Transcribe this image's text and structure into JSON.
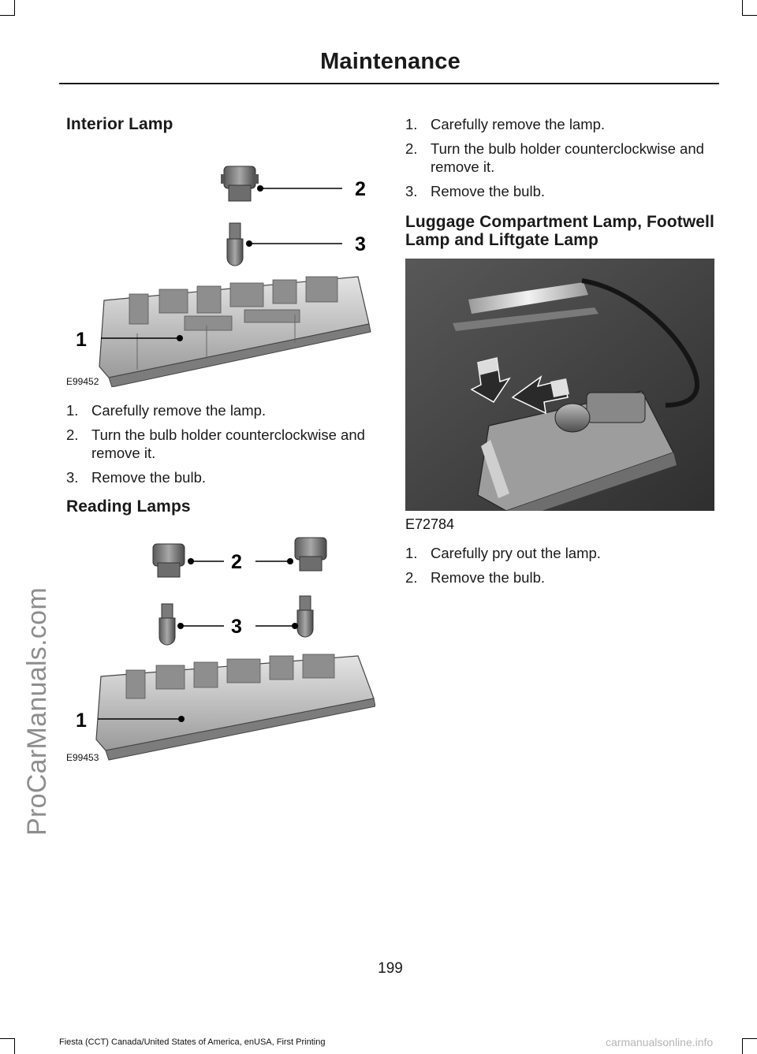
{
  "header": {
    "title": "Maintenance"
  },
  "watermark": {
    "side": "ProCarManuals.com",
    "bottom": "carmanualsonline.info"
  },
  "left_column": {
    "interior": {
      "heading": "Interior Lamp",
      "figure": {
        "code": "E99452",
        "callouts": [
          "2",
          "3",
          "1"
        ]
      },
      "steps": [
        {
          "num": "1.",
          "text": "Carefully remove the lamp."
        },
        {
          "num": "2.",
          "text": "Turn the bulb holder counterclockwise and remove it."
        },
        {
          "num": "3.",
          "text": "Remove the bulb."
        }
      ]
    },
    "reading": {
      "heading": "Reading Lamps",
      "figure": {
        "code": "E99453",
        "callouts": [
          "2",
          "3",
          "1"
        ]
      }
    }
  },
  "right_column": {
    "steps_top": [
      {
        "num": "1.",
        "text": "Carefully remove the lamp."
      },
      {
        "num": "2.",
        "text": "Turn the bulb holder counterclockwise and remove it."
      },
      {
        "num": "3.",
        "text": "Remove the bulb."
      }
    ],
    "luggage": {
      "heading": "Luggage Compartment Lamp, Footwell Lamp and Liftgate Lamp",
      "figure": {
        "code": "E72784"
      },
      "steps": [
        {
          "num": "1.",
          "text": "Carefully pry out the lamp."
        },
        {
          "num": "2.",
          "text": "Remove the bulb."
        }
      ]
    }
  },
  "footer": {
    "page_number": "199",
    "text": "Fiesta (CCT) Canada/United States of America, enUSA, First Printing"
  }
}
